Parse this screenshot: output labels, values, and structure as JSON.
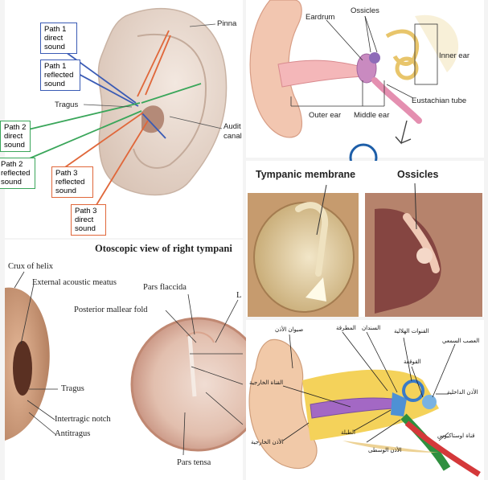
{
  "tile1": {
    "path1_direct": "Path 1\ndirect\nsound",
    "path1_reflected": "Path 1\nreflected\nsound",
    "path2_direct": "Path 2\ndirect\nsound",
    "path2_reflected": "Path 2\nreflected\nsound",
    "path3_reflected": "Path 3\nreflected\nsound",
    "path3_direct": "Path 3\ndirect\nsound",
    "pinna": "Pinna",
    "tragus": "Tragus",
    "auditory_canal": "Audit\ncanal",
    "colors": {
      "blue": "#3a5bb5",
      "green": "#3aa65a",
      "orange": "#e0673a"
    }
  },
  "tile2": {
    "eardrum": "Eardrum",
    "ossicles": "Ossicles",
    "inner_ear": "Inner ear",
    "eustachian_tube": "Eustachian tube",
    "outer_ear": "Outer ear",
    "middle_ear": "Middle ear"
  },
  "tile3": {
    "title": "Otoscopic view of right tympani",
    "crux_of_helix": "Crux of helix",
    "external_acoustic_meatus": "External acoustic meatus",
    "pars_flaccida": "Pars flaccida",
    "posterior_mallear_fold": "Posterior mallear fold",
    "tragus": "Tragus",
    "intertragic_notch": "Intertragic notch",
    "antitragus": "Antitragus",
    "pars_tensa": "Pars tensa",
    "edge_letter": "L"
  },
  "tile4": {
    "tympanic_membrane": "Tympanic membrane",
    "ossicles": "Ossicles"
  },
  "tile5": {
    "l_outer_ear_top": "صيوان الأذن",
    "l_hammer": "المطرقة",
    "l_anvil": "السندان",
    "l_canals": "القنوات الهلالية",
    "l_nerve": "العصب السمعي",
    "l_cochlea": "القوقعة",
    "l_ext_canal": "القناة الخارجية",
    "l_inner_ear": "الأذن الداخلية",
    "l_drum": "الطبلة",
    "l_eustachian": "قناة اوستاكيوس",
    "l_outer_ear": "الأذن الخارجية",
    "l_middle_ear": "الأذن الوسطى"
  }
}
